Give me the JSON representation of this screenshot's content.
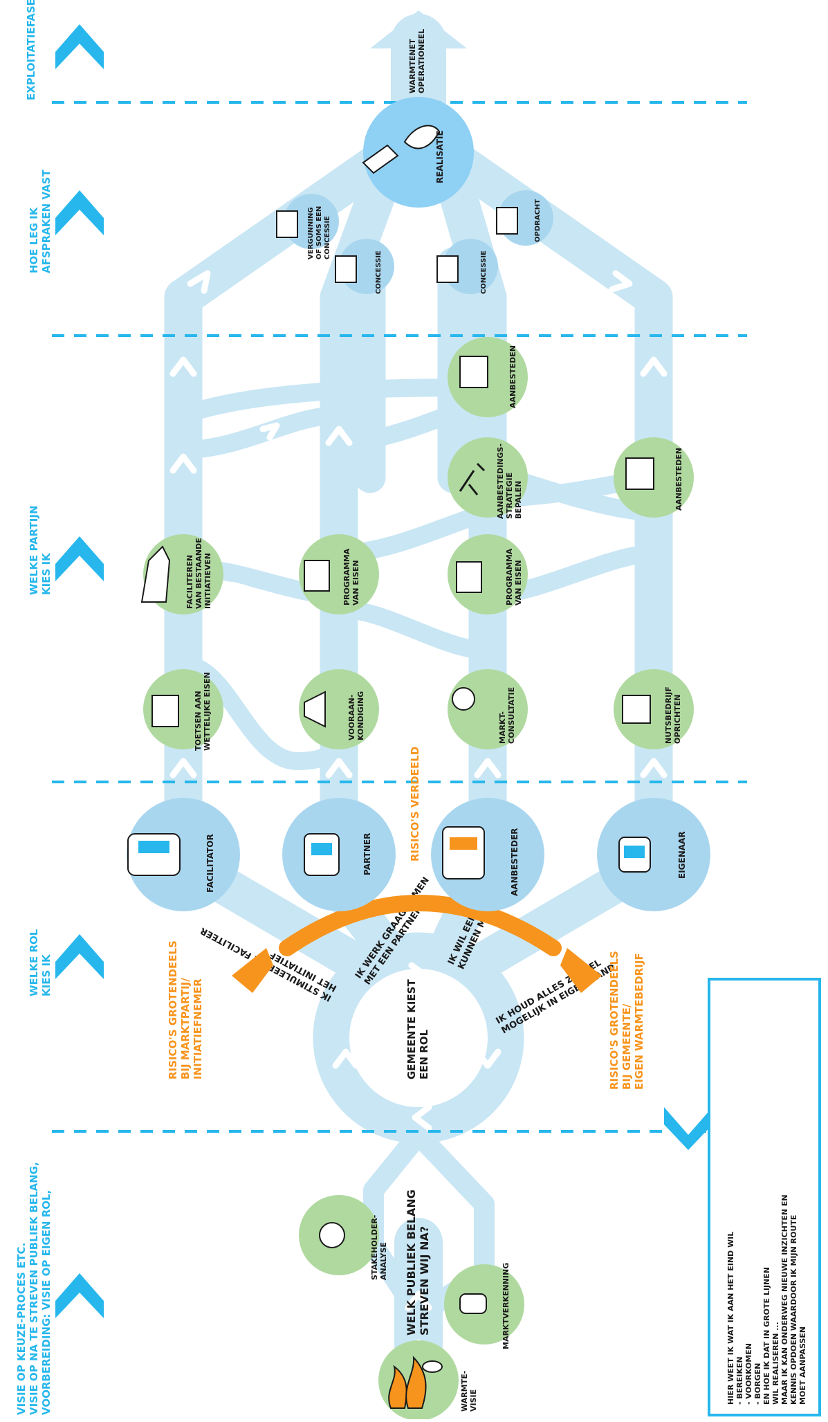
{
  "phases": [
    {
      "id": "voorbereiding",
      "lines": [
        "VOORBEREIDING: VISIE OP EIGEN ROL,",
        "VISIE OP NA TE STREVEN PUBLIEK BELANG,",
        "VISIE OP KEUZE-PROCES ETC."
      ]
    },
    {
      "id": "rol",
      "lines": [
        "WELKE ROL",
        "KIES IK"
      ]
    },
    {
      "id": "partij",
      "lines": [
        "WELKE PARTIJN",
        "KIES IK"
      ]
    },
    {
      "id": "afspraken",
      "lines": [
        "HOE LEG IK",
        "AFSPRAKEN VAST"
      ]
    },
    {
      "id": "exploitatie",
      "lines": [
        "EXPLOITATIEFASE"
      ]
    }
  ],
  "start": {
    "warmtevisie": [
      "WARMTE-",
      "VISIE"
    ],
    "question": [
      "WELK PUBLIEK BELANG",
      "STREVEN WIJ NA?"
    ]
  },
  "prep_nodes": {
    "stakeholder": [
      "STAKEHOLDER-",
      "ANALYSE"
    ],
    "markt": [
      "MARKTVERKENNING"
    ]
  },
  "center": [
    "GEMEENTE KIEST",
    "EEN ROL"
  ],
  "role_paths": {
    "facilitator": [
      "IK STIMULEER EN FACILITEER",
      "HET INITIATIEF"
    ],
    "partner": [
      "IK WERK GRAAG SAMEN",
      "MET EEN PARTNER"
    ],
    "aanbesteder": [
      "IK WIL EEN KEUZE",
      "KUNNEN MAKEN"
    ],
    "eigenaar": [
      "IK HOUD ALLES ZOVEEL",
      "MOGELIJK IN EIGEN HAND"
    ]
  },
  "roles": {
    "facilitator": "FACILITATOR",
    "partner": "PARTNER",
    "aanbesteder": "AANBESTEDER",
    "eigenaar": "EIGENAAR"
  },
  "risks": {
    "left": [
      "RISICO'S GROTENDEELS",
      "BIJ MARKTPARTIJ/",
      "INITIATIEFNEMER"
    ],
    "middle": [
      "RISICO'S VERDEELD"
    ],
    "right": [
      "RISICO'S GROTENDEELS",
      "BIJ GEMEENTE/",
      "EIGEN WARMTEBEDRIJF"
    ]
  },
  "steps1": {
    "toetsen": [
      "TOETSEN AAN",
      "WETTELIJKE EISEN"
    ],
    "vooraankondiging": [
      "VOORAAN-",
      "KONDIGING"
    ],
    "marktconsultatie": [
      "MARKT-",
      "CONSULTATIE"
    ],
    "nutsbedrijf": [
      "NUTSBEDRIJF",
      "OPRICHTEN"
    ]
  },
  "steps2": {
    "faciliteren": [
      "FACILITEREN",
      "VAN BESTAANDE",
      "INITIATIEVEN"
    ],
    "pve1": [
      "PROGRAMMA",
      "VAN EISEN"
    ],
    "pve2": [
      "PROGRAMMA",
      "VAN EISEN"
    ],
    "aanbestedingsstrategie": [
      "AANBESTEDINGS-",
      "STRATEGIE",
      "BEPALEN"
    ],
    "aanbesteden1": [
      "AANBESTEDEN"
    ],
    "aanbesteden2": [
      "AANBESTEDEN"
    ]
  },
  "contracts": {
    "vergunning": [
      "VERGUNNING",
      "OF SOMS EEN",
      "CONCESSIE"
    ],
    "concessie1": [
      "CONCESSIE"
    ],
    "concessie2": [
      "CONCESSIE"
    ],
    "opdracht": [
      "OPDRACHT"
    ]
  },
  "realisatie": [
    "REALISATIE"
  ],
  "operationeel": [
    "WARMTENET",
    "OPERATIONEEL"
  ],
  "note": [
    "HIER WEET IK WAT IK AAN HET EIND WIL",
    "-   BEREIKEN",
    "-   VOORKOMEN",
    "-   BORGEN",
    "EN HOE IK DAT IN GROTE LIJNEN",
    "WIL REALISEREN ...",
    "MAAR IK KAN ONDERWEG NIEUWE INZICHTEN EN",
    "KENNIS OPDOEN WAARDOOR IK MIJN ROUTE",
    "MOET AANPASSEN"
  ],
  "colors": {
    "path": "#c9e6f4",
    "role": "#a9d6ef",
    "center": "#8fd0f5",
    "step": "#b0d9a0",
    "accent": "#27b7ec",
    "orange": "#f7941d",
    "ink": "#1a1a1a"
  }
}
